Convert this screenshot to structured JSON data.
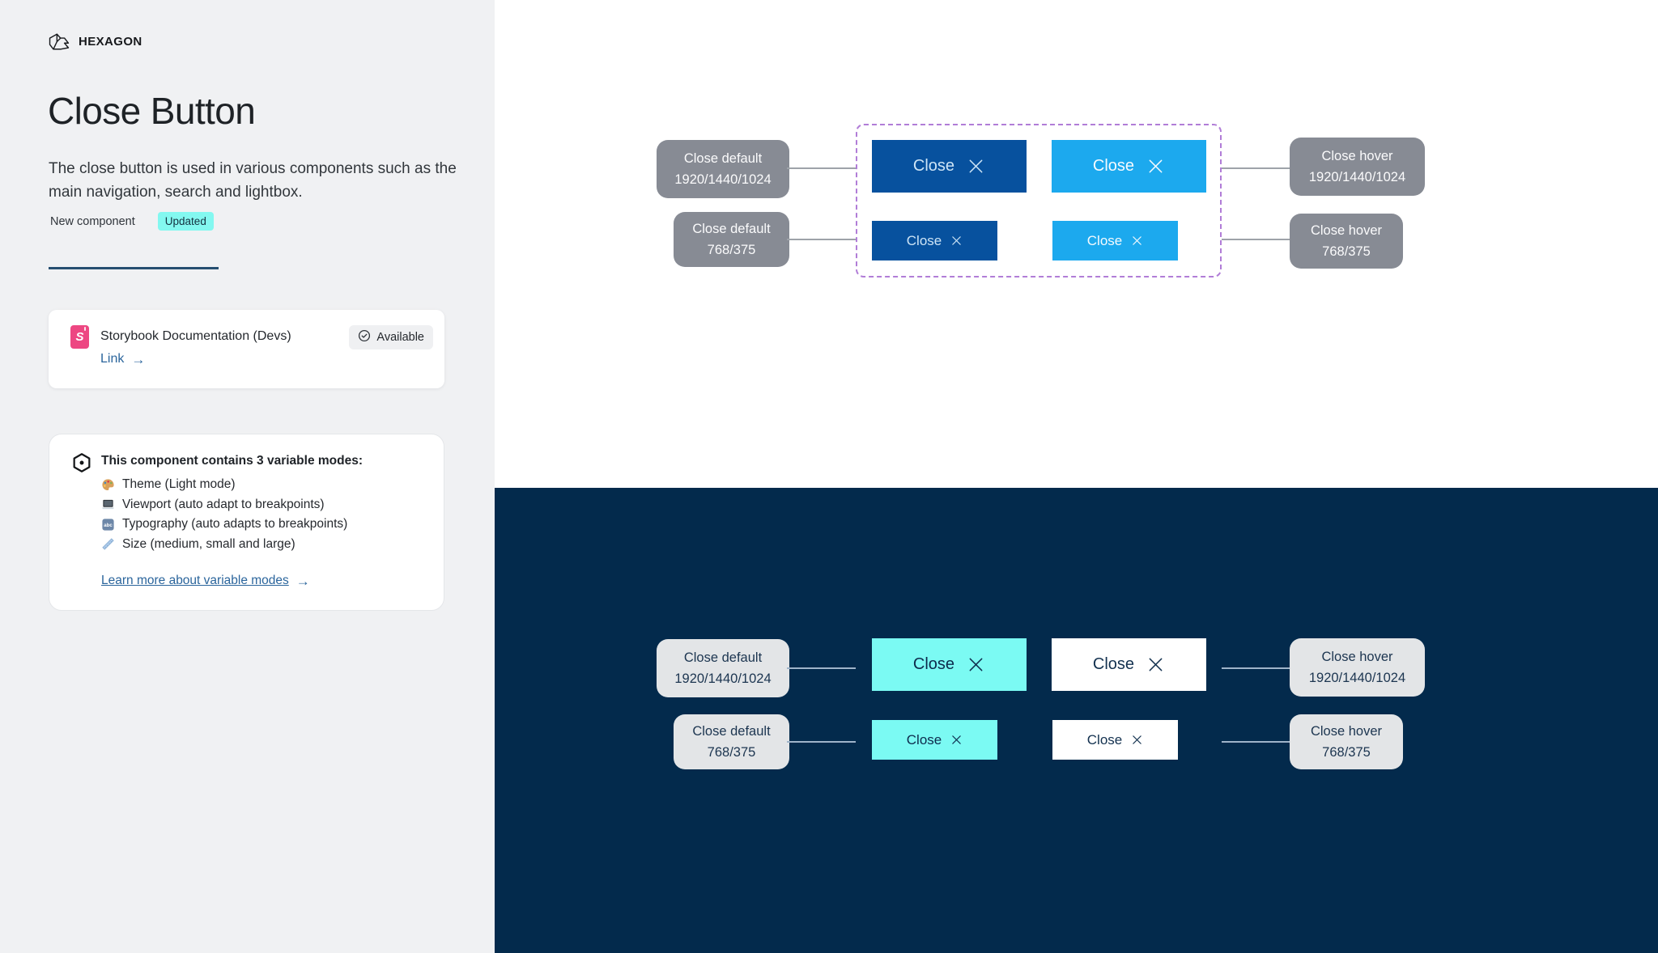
{
  "colors": {
    "sidebar_bg": "#F0F1F3",
    "dark_section_bg": "#032A4C",
    "button_default_blue": "#07519E",
    "button_hover_blue": "#1CA9EE",
    "button_default_cyan": "#7BFAF3",
    "button_hover_white": "#FFFFFF",
    "updated_badge_bg": "#83F8F0",
    "annotation_gray": "#878B94",
    "annotation_light": "#E3E5E7",
    "dashed_border_purple": "#B17DD7",
    "link_blue": "#2B659C",
    "storybook_pink": "#ED4782",
    "tab_indicator_blue": "#254E70"
  },
  "brand": {
    "name": "HEXAGON"
  },
  "header": {
    "title": "Close Button",
    "description": "The close button is used in various components such as the main navigation, search and lightbox.",
    "meta_label": "New component",
    "status_badge": "Updated"
  },
  "storybook_card": {
    "logo_letter": "S",
    "title": "Storybook Documentation (Devs)",
    "availability": "Available",
    "link_label": "Link",
    "arrow": "→"
  },
  "modes_card": {
    "title": "This component contains 3 variable modes:",
    "items": [
      {
        "icon": "palette-icon",
        "label": "Theme (Light mode)"
      },
      {
        "icon": "laptop-icon",
        "label": "Viewport (auto adapt to breakpoints)"
      },
      {
        "icon": "typography-icon",
        "label": "Typography (auto adapts to breakpoints)"
      },
      {
        "icon": "ruler-icon",
        "label": "Size (medium, small and large)"
      }
    ],
    "link_label": "Learn more about variable modes",
    "arrow": "→"
  },
  "light_section": {
    "annotations_left": [
      {
        "line1": "Close default",
        "line2": "1920/1440/1024"
      },
      {
        "line1": "Close default",
        "line2": "768/375"
      }
    ],
    "annotations_right": [
      {
        "line1": "Close hover",
        "line2": "1920/1440/1024"
      },
      {
        "line1": "Close hover",
        "line2": "768/375"
      }
    ],
    "buttons": [
      {
        "label": "Close"
      },
      {
        "label": "Close"
      },
      {
        "label": "Close"
      },
      {
        "label": "Close"
      }
    ]
  },
  "dark_section": {
    "annotations_left": [
      {
        "line1": "Close default",
        "line2": "1920/1440/1024"
      },
      {
        "line1": "Close default",
        "line2": "768/375"
      }
    ],
    "annotations_right": [
      {
        "line1": "Close hover",
        "line2": "1920/1440/1024"
      },
      {
        "line1": "Close hover",
        "line2": "768/375"
      }
    ],
    "buttons": [
      {
        "label": "Close"
      },
      {
        "label": "Close"
      },
      {
        "label": "Close"
      },
      {
        "label": "Close"
      }
    ]
  }
}
